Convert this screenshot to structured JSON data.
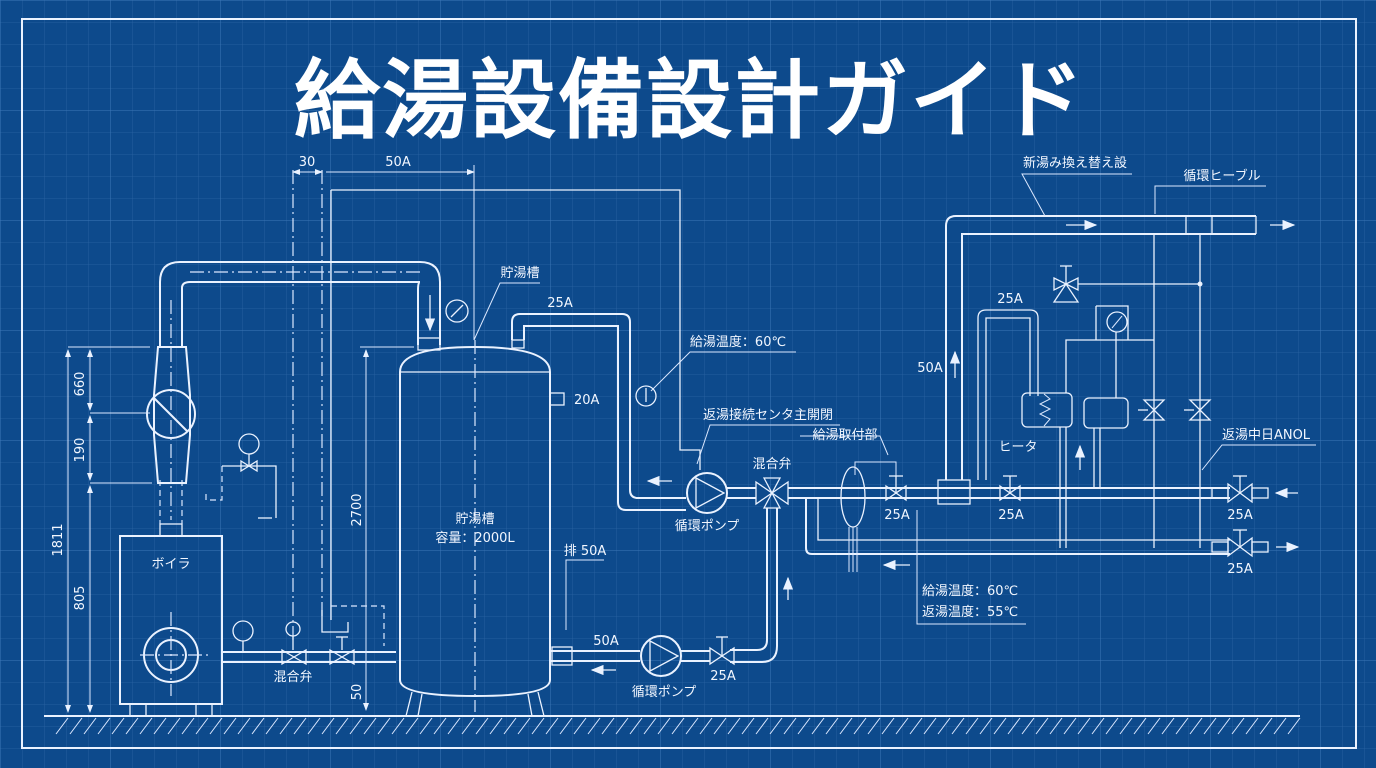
{
  "title": "給湯設備設計ガイド",
  "colors": {
    "background": "#0d4a8c",
    "grid_minor": "#2a63a3",
    "grid_major": "#3d78b8",
    "line": "#eaf2ff",
    "title": "#ffffff"
  },
  "dimensions": {
    "top_30": "30",
    "top_50A": "50A",
    "boiler_660": "660",
    "boiler_190": "190",
    "boiler_total": "1811",
    "boiler_805": "805",
    "tank_2700": "2700",
    "tank_50": "50"
  },
  "labels": {
    "boiler": "ボイラ",
    "boiler_mixing_valve": "混合弁",
    "tank_leader": "貯湯槽",
    "tank_name": "貯湯槽",
    "tank_capacity": "容量：2000L",
    "tank_outlet_25A": "25A",
    "tank_side_20A": "20A",
    "tank_drain_50A": "排 50A",
    "supply_temp_gauge": "給湯温度：60℃",
    "return_header_note": "返湯接続センタ主開閉",
    "circ_pump_upper": "循環ポンプ",
    "mixing_valve": "混合弁",
    "supply_fitting": "給湯取付部",
    "valve_25A_a": "25A",
    "valve_25A_b": "25A",
    "lower_50A": "50A",
    "circ_pump_lower": "循環ポンプ",
    "lower_valve_25A": "25A",
    "riser_50A": "50A",
    "heater_loop_25A": "25A",
    "heater": "ヒータ",
    "top_header_note": "新湯み換え替え設",
    "circ_cable": "循環ヒーブル",
    "return_pipe_note": "返湯中日ANOL",
    "right_valve_upper": "25A",
    "right_valve_lower": "25A",
    "temp_supply": "給湯温度：60℃",
    "temp_return": "返湯温度：55℃"
  }
}
